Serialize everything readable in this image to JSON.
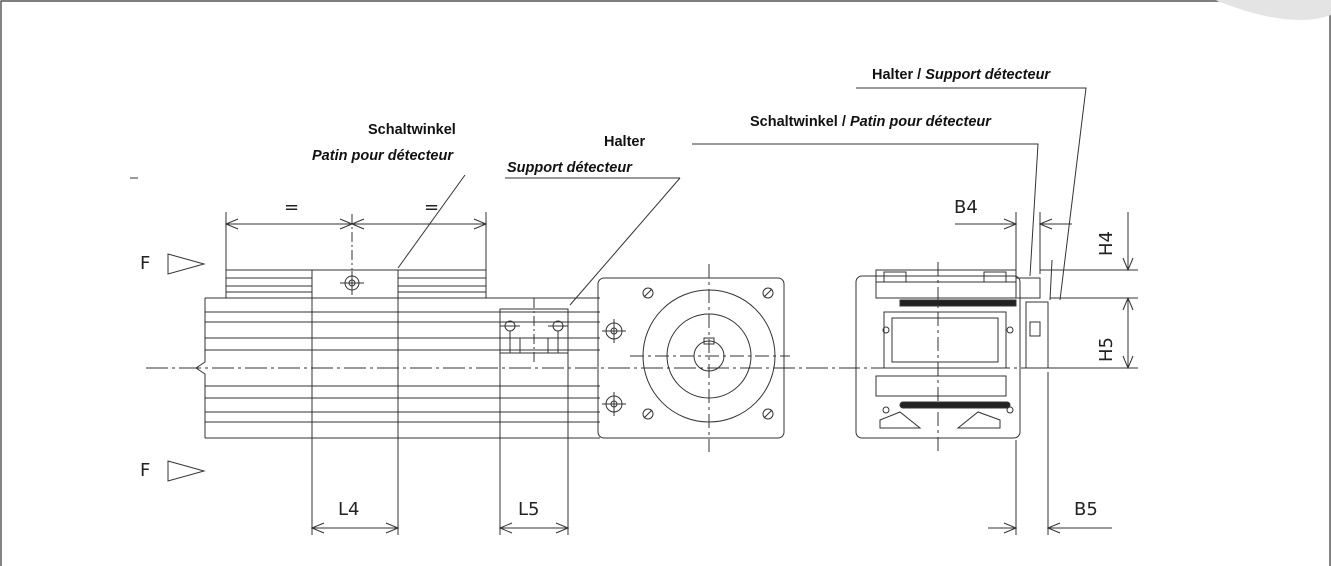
{
  "labels": {
    "halter_top": {
      "de": "Halter",
      "sep": " / ",
      "fr": "Support détecteur"
    },
    "schaltwinkel_right": {
      "de": "Schaltwinkel",
      "sep": " / ",
      "fr": "Patin pour détecteur"
    },
    "schaltwinkel_left": {
      "de": "Schaltwinkel",
      "fr": "Patin pour détecteur"
    },
    "halter_mid": {
      "de": "Halter",
      "fr": "Support détecteur"
    }
  },
  "dimensions": {
    "B4": "B4",
    "H4": "H4",
    "H5": "H5",
    "B5": "B5",
    "L4": "L4",
    "L5": "L5",
    "eq1": "=",
    "eq2": "=",
    "F_top": "F",
    "F_bottom": "F"
  }
}
